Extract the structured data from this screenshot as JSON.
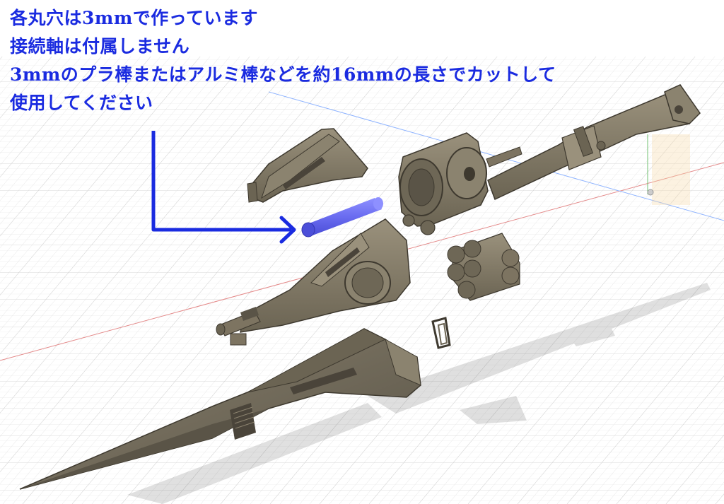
{
  "caption": {
    "lines": [
      "各丸穴は3mmで作っています",
      "接続軸は付属しません",
      "3mmのプラ棒またはアルミ棒などを約16mmの長さでカットして",
      "使用してください"
    ]
  },
  "colors": {
    "caption_text": "#1a2be0",
    "arrow": "#1a2be0",
    "rod": "#6a6cf0",
    "part_fill": "#7d7461",
    "part_dark": "#4a443a",
    "part_light": "#9a917c",
    "grid_line": "#d9d9d9",
    "axis_red": "#e07070",
    "axis_green": "#60c060",
    "axis_blue": "#6fa0ff"
  },
  "icons": {
    "pointer_arrow": "arrow-right-icon"
  }
}
